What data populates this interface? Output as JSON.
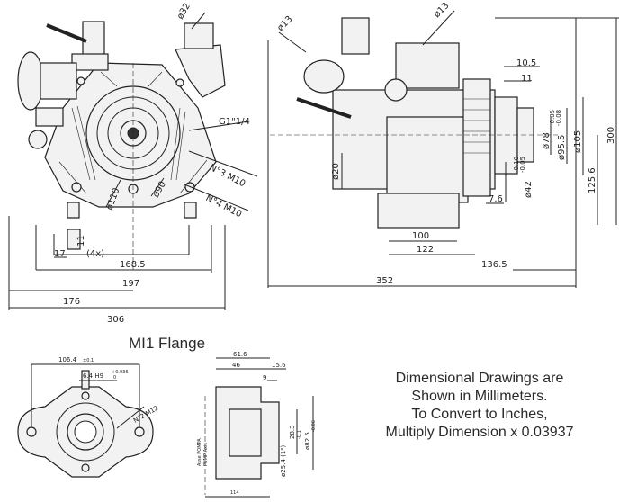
{
  "front_view": {
    "dims": {
      "d32": "ø32",
      "thread": "G1\"1/4",
      "port3": "N°3 M10",
      "port4": "N°4 M10",
      "d110": "ø110",
      "d90": "ø90",
      "foot_h": "17",
      "foot_w": "11",
      "foot_qty": "(4x)",
      "w168": "168.5",
      "w197": "197",
      "w176": "176",
      "w306": "306"
    }
  },
  "side_view": {
    "dims": {
      "d13a": "ø13",
      "d13b": "ø13",
      "d20": "ø20",
      "s10": "10.5",
      "s11": "11",
      "d78": "ø78",
      "d95": "ø95.5",
      "tol95a": "-0.05",
      "tol95b": "-0.08",
      "d105": "ø105",
      "h300": "300",
      "h125": "125.6",
      "d42": "ø42",
      "tol42a": "-0.10",
      "tol42b": "-0.05",
      "s7": "7.6",
      "w100": "100",
      "w122": "122",
      "w136": "136.5",
      "w352": "352"
    }
  },
  "flange": {
    "title": "MI1 Flange",
    "dims": {
      "w106": "106.4",
      "tol106": "±0.1",
      "h64": "6.4 H9",
      "tol64a": "+0.036",
      "tol64b": "0",
      "nm12": "N°2 M12",
      "w61": "61.6",
      "w46": "46",
      "w15": "15.6",
      "s9": "9",
      "d28": "28.3",
      "tol28": "-0.1",
      "d82": "ø82.5",
      "tol82": "-0.06",
      "d25": "ø25.4 (1\")",
      "axis_label_a": "Asse POMPA",
      "axis_label_b": "PUMP Axis",
      "w114": "114"
    }
  },
  "note": {
    "line1": "Dimensional Drawings are",
    "line2": "Shown in Millimeters.",
    "line3": "To Convert to Inches,",
    "line4": "Multiply Dimension x 0.03937"
  }
}
